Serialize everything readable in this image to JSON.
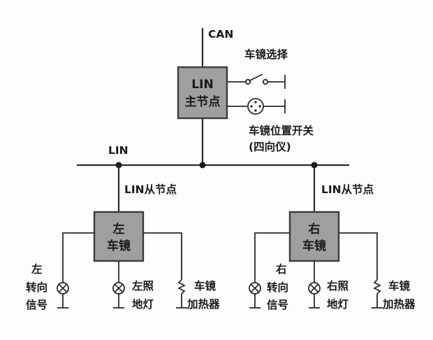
{
  "labels": {
    "can": "CAN",
    "lin_bus": "LIN",
    "mirror_select": "车镜选择",
    "master_line1": "LIN",
    "master_line2": "主节点",
    "position_switch_line1": "车镜位置开关",
    "position_switch_line2": "(四向仪)",
    "left_slave": "LIN从节点",
    "right_slave": "LIN从节点",
    "left_box_line1": "左",
    "left_box_line2": "车镜",
    "right_box_line1": "右",
    "right_box_line2": "车镜",
    "left_turn_1": "左",
    "left_turn_2": "转向",
    "left_turn_3": "信号",
    "left_lamp_1": "左照",
    "left_lamp_2": "地灯",
    "left_heater_1": "车镜",
    "left_heater_2": "加热器",
    "right_turn_1": "右",
    "right_turn_2": "转向",
    "right_turn_3": "信号",
    "right_lamp_1": "右照",
    "right_lamp_2": "地灯",
    "right_heater_1": "车镜",
    "right_heater_2": "加热器"
  },
  "icons": {
    "switch": "switch-icon",
    "four_way": "four-way-switch-icon",
    "lamp": "lamp-icon",
    "heater": "heater-icon",
    "ground": "ground-icon"
  }
}
